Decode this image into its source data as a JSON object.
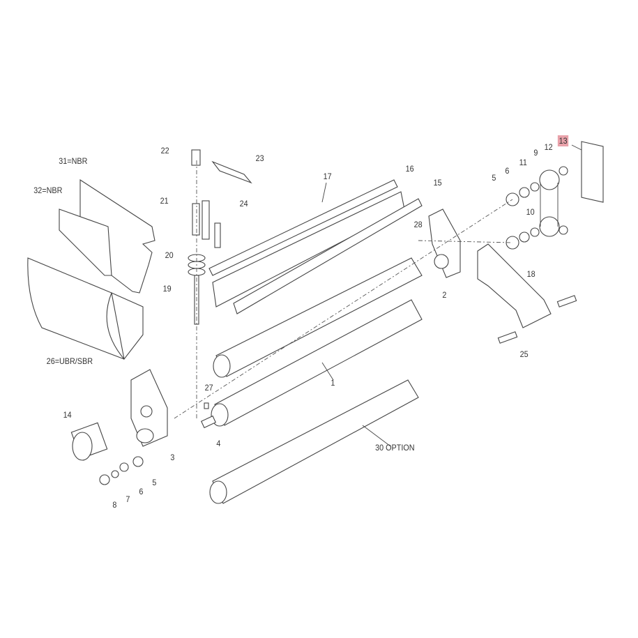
{
  "diagram": {
    "highlight_color": "#e9a2aa",
    "highlighted_part": "13",
    "labels": {
      "p31": "31=NBR",
      "p32": "32=NBR",
      "p26": "26=UBR/SBR",
      "p22": "22",
      "p23": "23",
      "p21": "21",
      "p24": "24",
      "p20": "20",
      "p19": "19",
      "p17": "17",
      "p16": "16",
      "p15": "15",
      "p28": "28",
      "p2": "2",
      "p18": "18",
      "p25": "25",
      "p5a": "5",
      "p6a": "6",
      "p11": "11",
      "p9": "9",
      "p12": "12",
      "p13": "13",
      "p10": "10",
      "p14": "14",
      "p27": "27",
      "p3": "3",
      "p4": "4",
      "p1": "1",
      "p30": "30 OPTION",
      "p5b": "5",
      "p6b": "6",
      "p7": "7",
      "p8": "8"
    }
  }
}
